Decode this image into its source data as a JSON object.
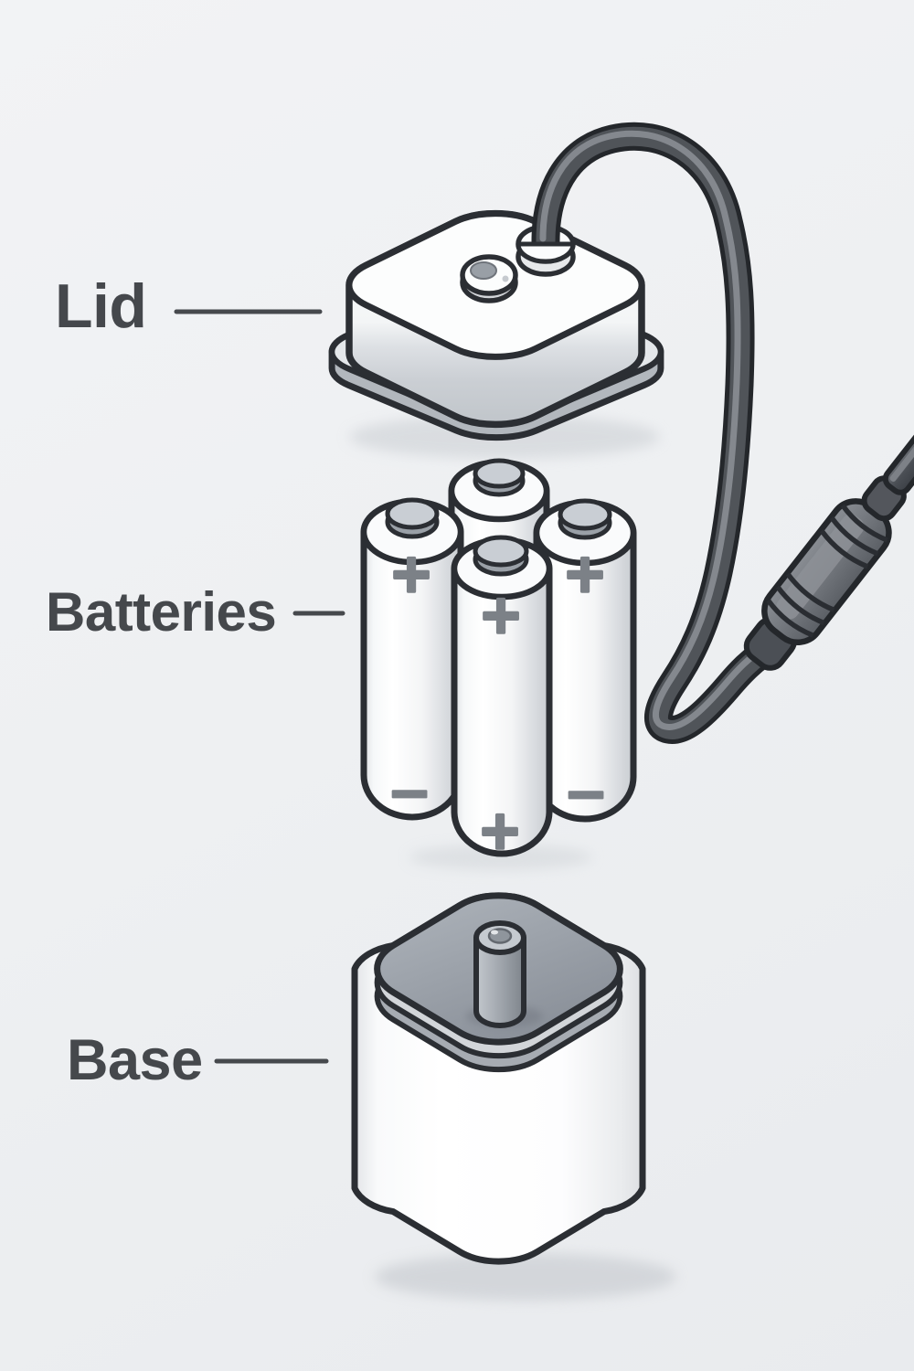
{
  "figure": {
    "type": "exploded-parts-diagram",
    "subject": "battery-compartment-with-power-cable",
    "battery_count": 4,
    "background_color": "#eef0f2"
  },
  "callouts": [
    {
      "id": "lid",
      "label": "Lid"
    },
    {
      "id": "batteries",
      "label": "Batteries"
    },
    {
      "id": "base",
      "label": "Base"
    }
  ],
  "marks": {
    "plus": "+",
    "minus": "−"
  },
  "colors": {
    "label_text": "#45484c",
    "leader_line": "#46494d",
    "outline": "#2b2e33",
    "part_white": "#fcfdfd",
    "lid_side_gray": "#c4c8cd",
    "base_top_gray": "#99a0a9",
    "cable_dark": "#505459",
    "cable_highlight": "#84888e",
    "terminal_mark_gray": "#7c8187"
  }
}
